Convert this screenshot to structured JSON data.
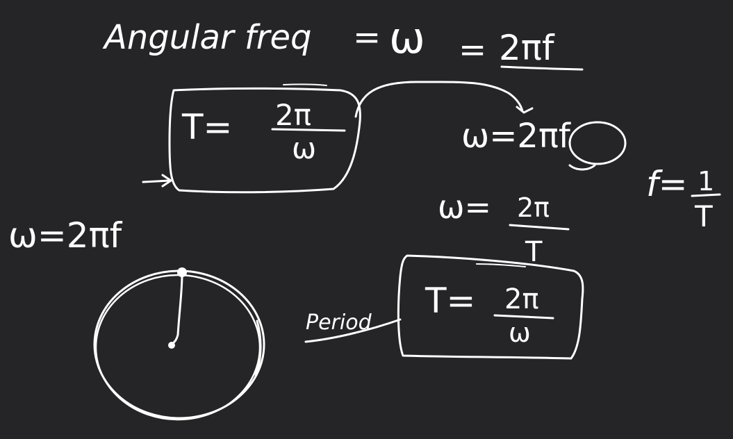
{
  "board": {
    "background_color": "#252527",
    "ink_color": "#ffffff",
    "heading": {
      "label": "Angular freq",
      "eq1": "=",
      "omega": "ω",
      "eq2": "=",
      "rhs": "2πf"
    },
    "formula_box_top": {
      "lhs": "T=",
      "numerator": "2π",
      "denominator": "ω"
    },
    "omega_2pif_right": {
      "text": "ω=2πf"
    },
    "f_equals": {
      "lhs": "f=",
      "numerator": "1",
      "denominator": "T"
    },
    "omega_2pi_over_T": {
      "lhs": "ω=",
      "numerator": "2π",
      "denominator": "T"
    },
    "omega_2pif_left": {
      "text": "ω=2πf"
    },
    "period_note": {
      "label": "Period"
    },
    "formula_box_bottom": {
      "lhs": "T=",
      "numerator": "2π",
      "denominator": "ω"
    }
  }
}
